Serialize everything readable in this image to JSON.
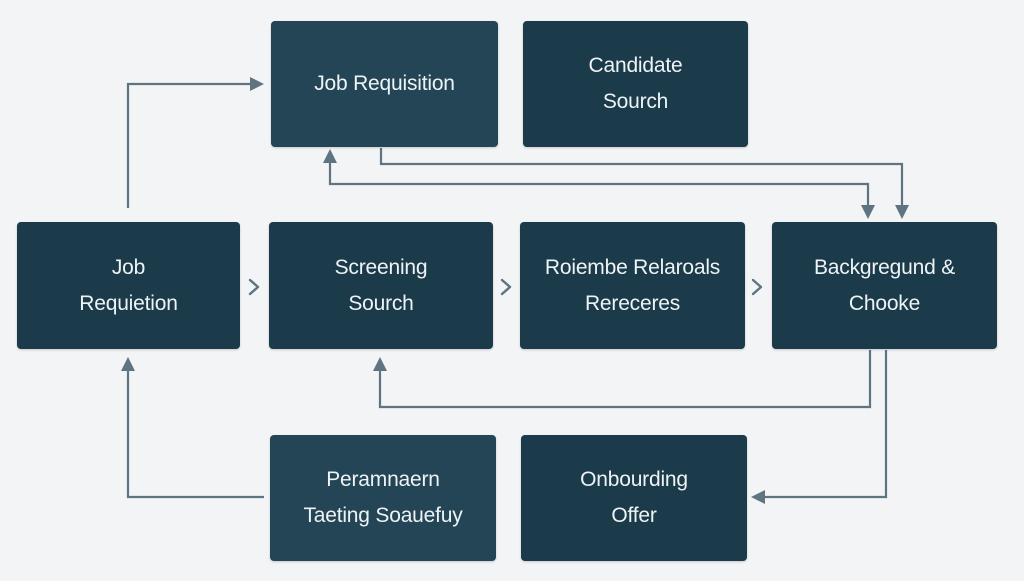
{
  "nodes": [
    {
      "id": "job-requisition-top",
      "lines": [
        "Job Requisition"
      ]
    },
    {
      "id": "candidate-source",
      "lines": [
        "Candidate",
        "Sourch"
      ]
    },
    {
      "id": "job-requisition-left",
      "lines": [
        "Job",
        "Requietion"
      ]
    },
    {
      "id": "screening-search",
      "lines": [
        "Screening",
        "Sourch"
      ]
    },
    {
      "id": "referrals",
      "lines": [
        "Roiembe Relaroals",
        "Rereceres"
      ]
    },
    {
      "id": "background-check",
      "lines": [
        "Backgregund &",
        "Chooke"
      ]
    },
    {
      "id": "permanent-staffing",
      "lines": [
        "Peramnaern",
        "Taeting Soauefuy"
      ]
    },
    {
      "id": "onboarding-offer",
      "lines": [
        "Onbourding",
        "Offer"
      ]
    }
  ],
  "colors": {
    "background": "#f3f4f5",
    "node_dark": "#1b3a4a",
    "node_mid": "#234556",
    "node_text": "#eef3f5",
    "connector": "#5e7480"
  }
}
